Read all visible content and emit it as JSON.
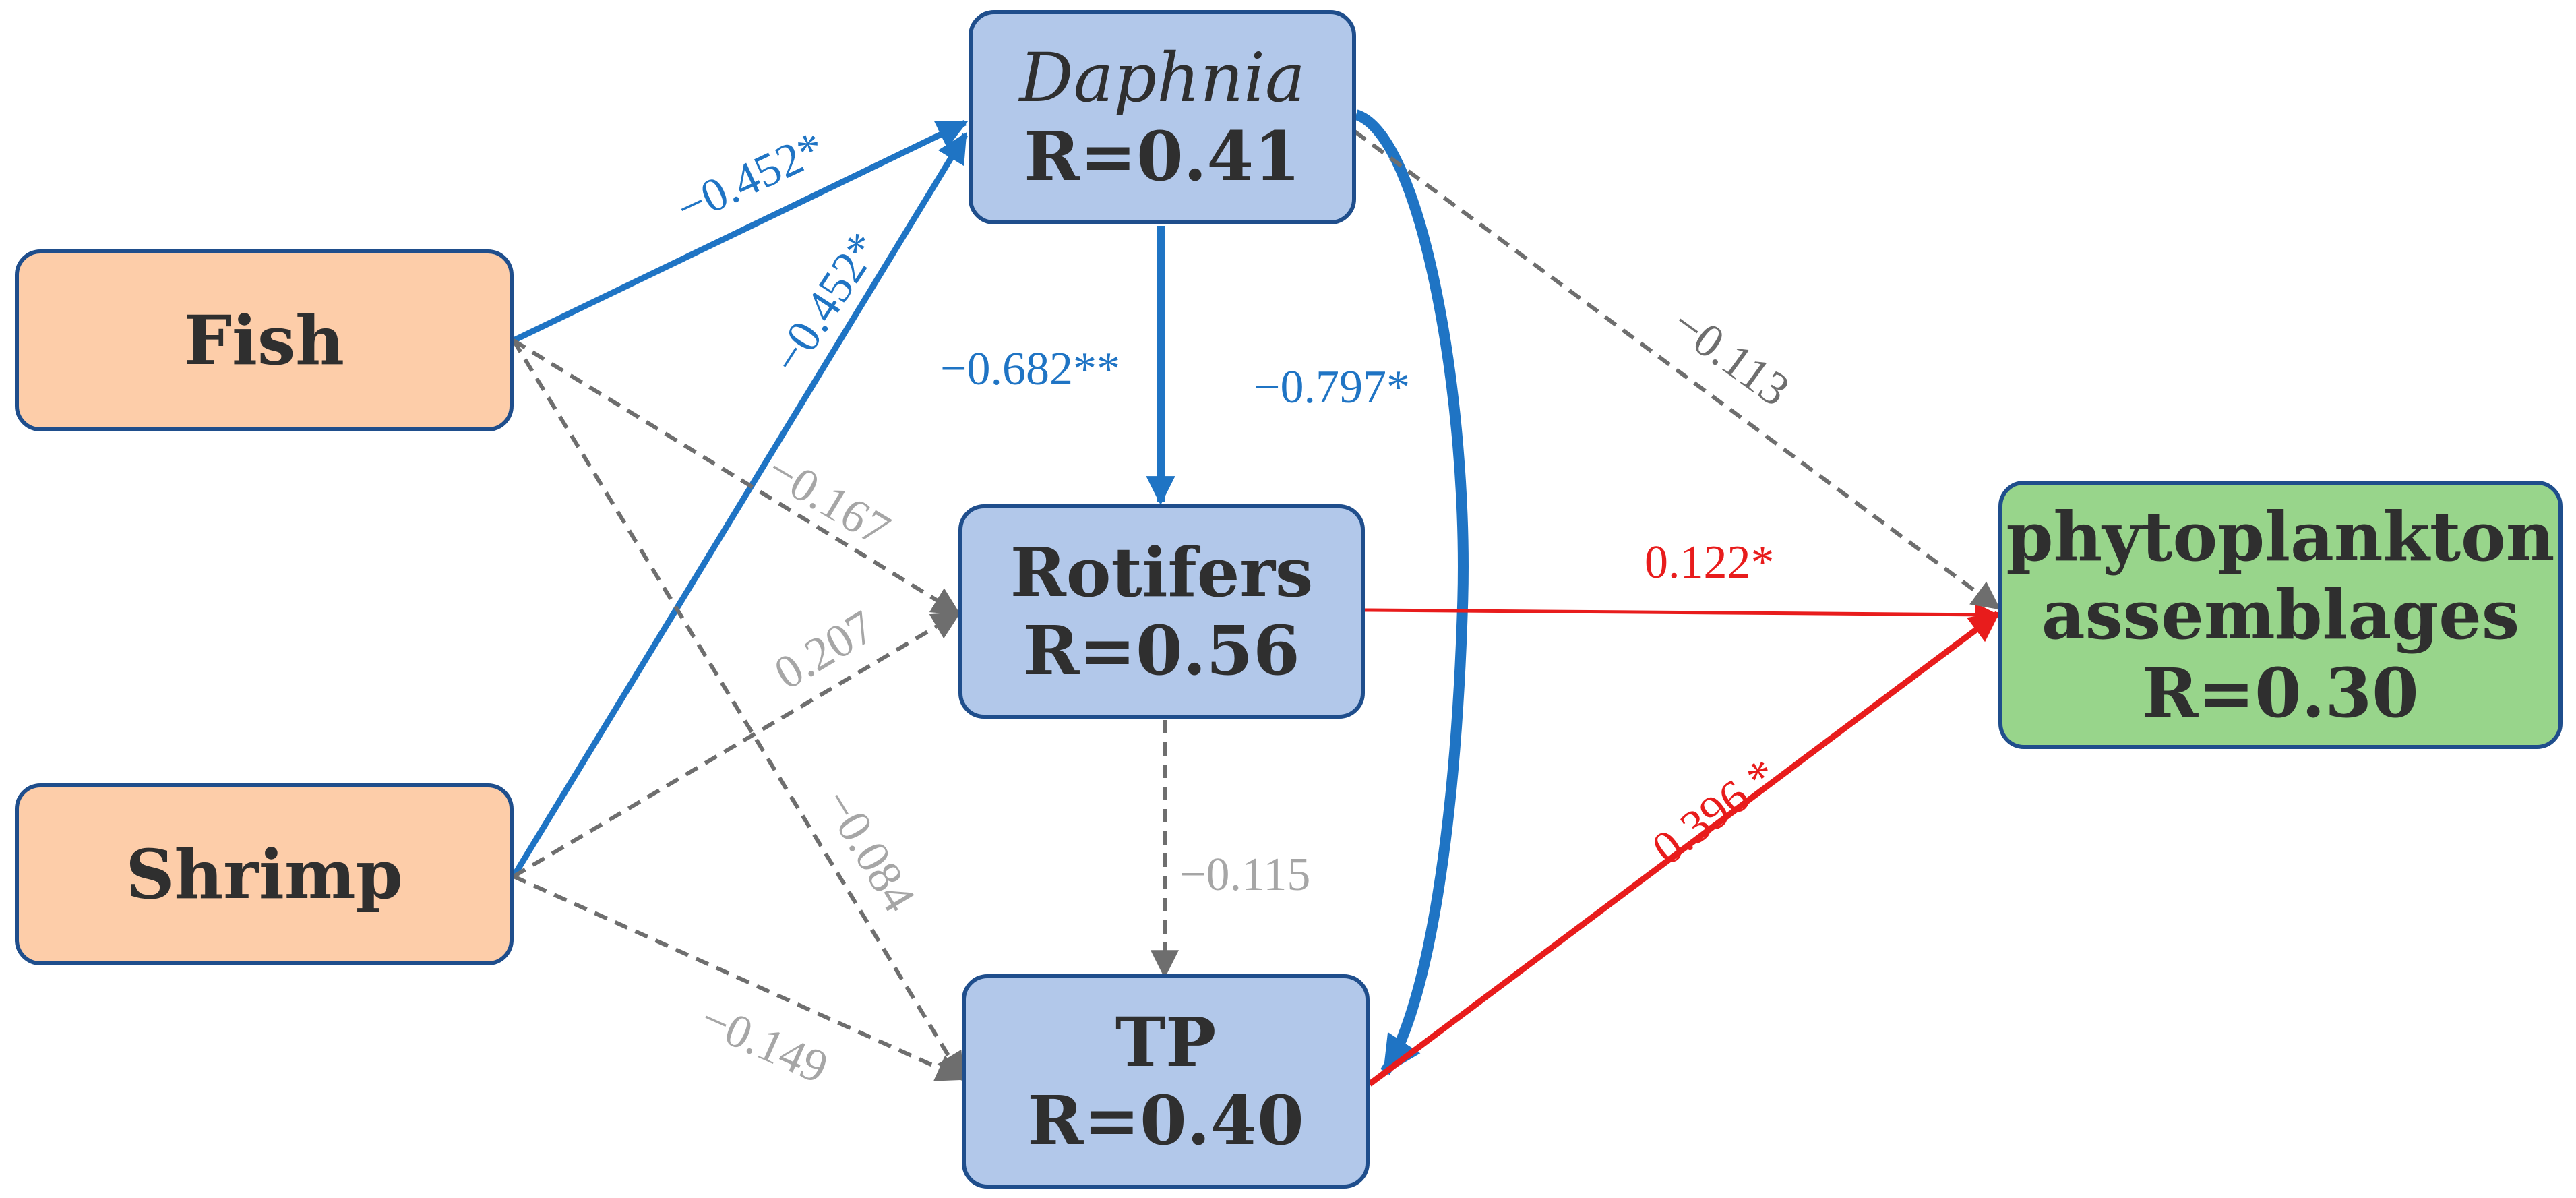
{
  "nodes": {
    "fish": {
      "label": "Fish"
    },
    "shrimp": {
      "label": "Shrimp"
    },
    "daphnia": {
      "label": "Daphnia",
      "r": "R=0.41"
    },
    "rotifers": {
      "label": "Rotifers",
      "r": "R=0.56"
    },
    "tp": {
      "label": "TP",
      "r": "R=0.40"
    },
    "phyto": {
      "label_line1": "phytoplankton",
      "label_line2": "assemblages",
      "r": "R=0.30"
    }
  },
  "paths": {
    "fish_daphnia": "−0.452*",
    "shrimp_daphnia": "−0.452*",
    "daphnia_rotifers": "−0.682**",
    "daphnia_tp": "−0.797*",
    "daphnia_phyto": "−0.113",
    "fish_rotifers": "−0.167",
    "shrimp_rotifers": "0.207",
    "fish_tp": "−0.084",
    "shrimp_tp": "−0.149",
    "rotifers_tp": "−0.115",
    "rotifers_phyto": "0.122*",
    "tp_phyto": "0.396 *"
  },
  "colors": {
    "significant_negative": "#1f74c4",
    "significant_positive": "#e81c1c",
    "non_significant": "#6e6e6e",
    "predator_box": "#fdcda9",
    "intermediate_box": "#b2c8ea",
    "response_box": "#98d58b",
    "box_border": "#1f4e8c"
  }
}
